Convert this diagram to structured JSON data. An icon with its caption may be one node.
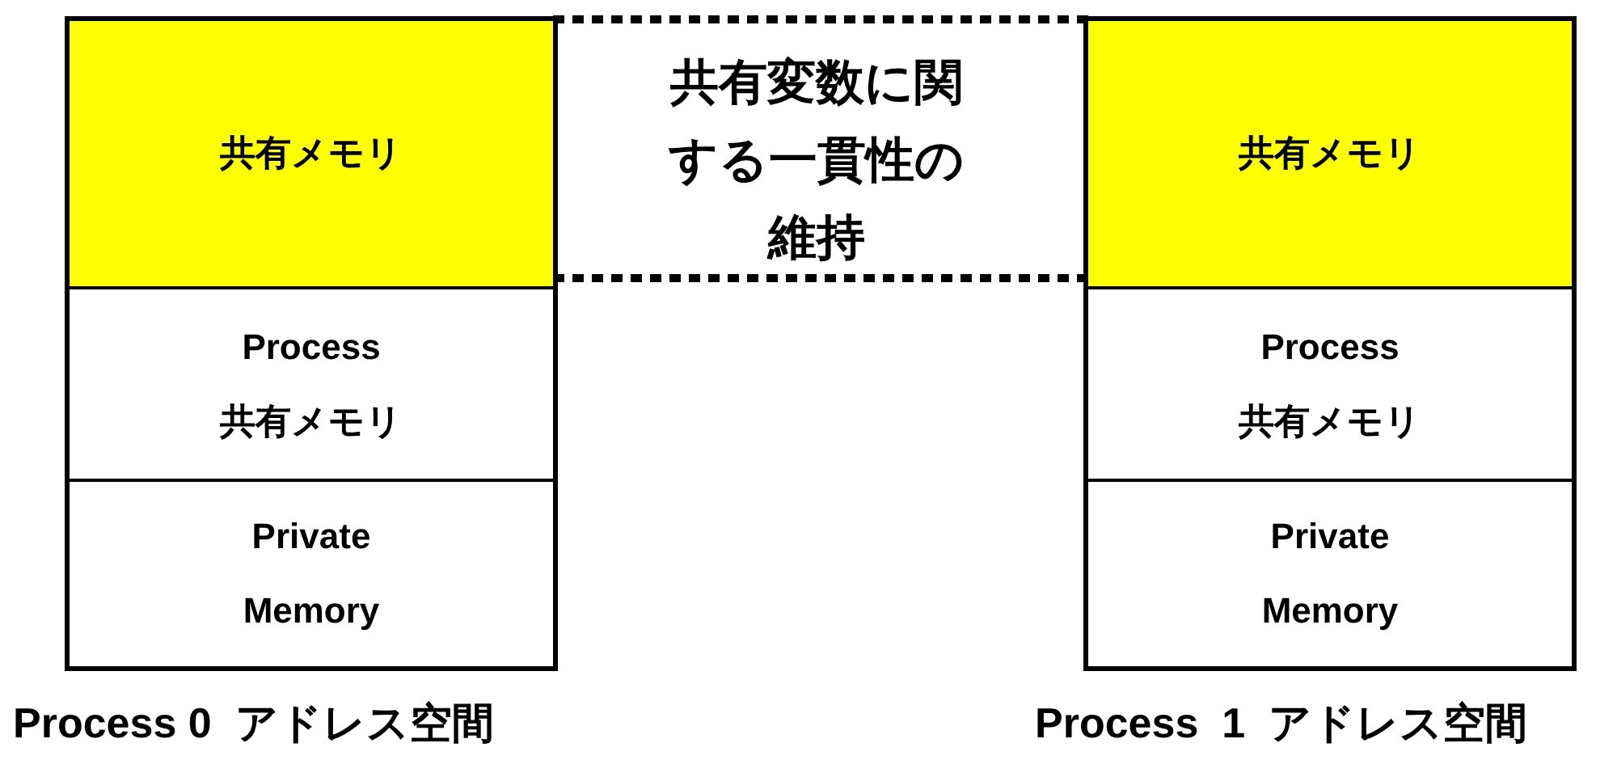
{
  "diagram": {
    "nodes": [
      {
        "text": [],
        "shape": "box",
        "beside": [
          "Process 0  アドレス空間"
        ]
      },
      {
        "text": [
          "共有メモリ"
        ],
        "in": 0
      },
      {
        "text": [
          "Process 共有メモリ"
        ],
        "in": 0
      },
      {
        "text": [
          "Private Memory"
        ],
        "in": 0
      },
      {
        "text": [],
        "shape": "box",
        "beside": [
          "Process  1  アドレス空間"
        ]
      },
      {
        "text": [
          "共有メモリ"
        ],
        "in": 4
      },
      {
        "text": [
          "Process 共有メモリ"
        ],
        "in": 4
      },
      {
        "text": [
          "Private Memory"
        ],
        "in": 4
      }
    ],
    "edges": [
      {
        "from": 1,
        "to": 5,
        "arrow": "none",
        "style": "dashed"
      },
      {
        "from": 1,
        "to": 5,
        "arrow": "none",
        "style": "dashed"
      }
    ],
    "labels": [
      "共有変数に関する一貫性の維持"
    ]
  }
}
